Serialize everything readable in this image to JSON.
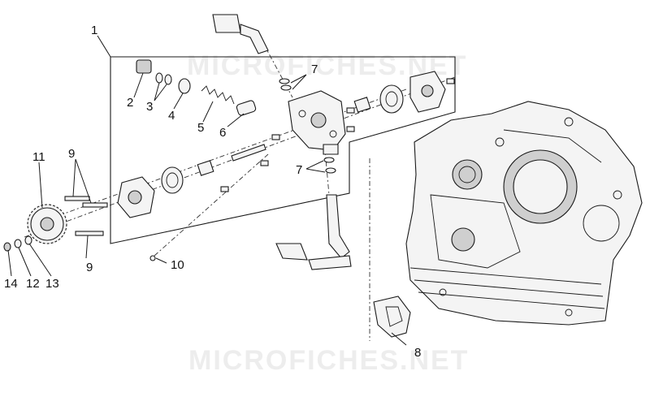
{
  "watermark": {
    "top": "MICROFICHES.NET",
    "bottom": "MICROFICHES.NET"
  },
  "callouts": {
    "c1": "1",
    "c2": "2",
    "c3": "3",
    "c4": "4",
    "c5": "5",
    "c6": "6",
    "c7a": "7",
    "c7b": "7",
    "c8": "8",
    "c9a": "9",
    "c9b": "9",
    "c10": "10",
    "c11": "11",
    "c12": "12",
    "c13": "13",
    "c14": "14"
  }
}
